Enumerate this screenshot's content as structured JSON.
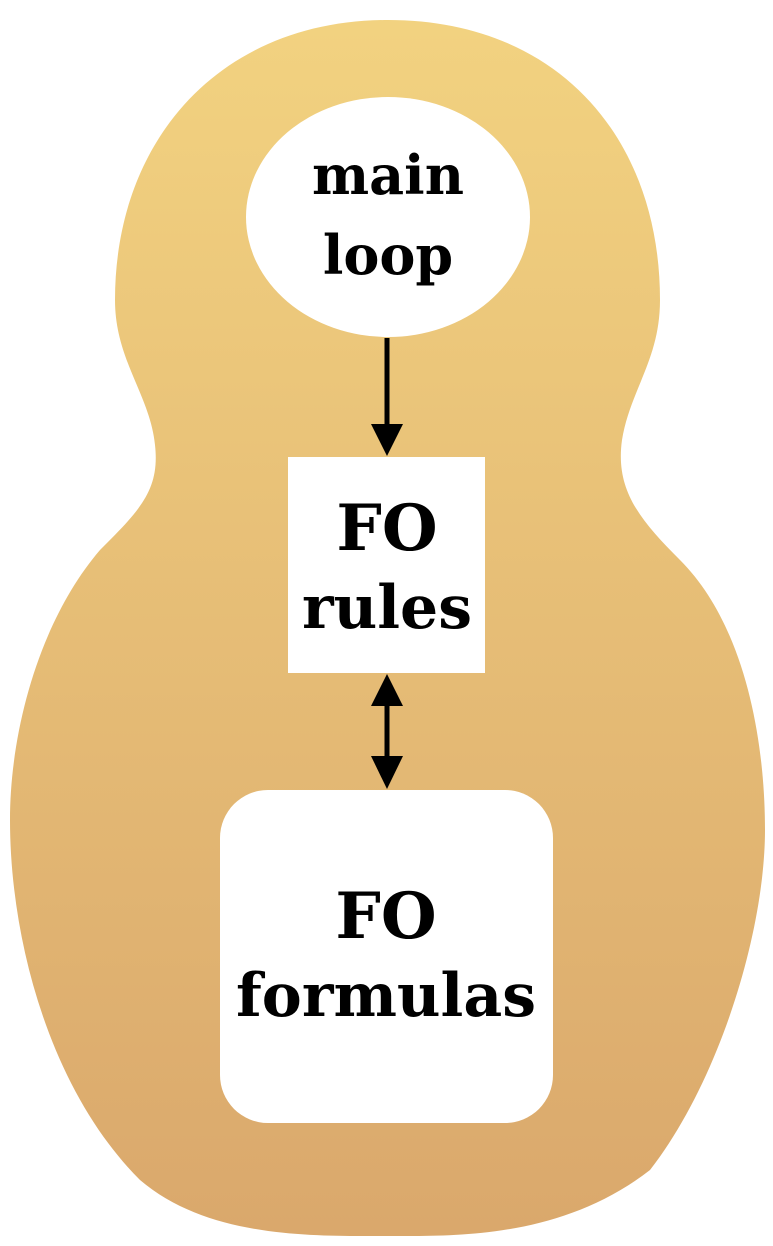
{
  "diagram": {
    "colors": {
      "body_top": "#F2D280",
      "body_bottom": "#DAA86C",
      "node_fill": "#FFFFFF",
      "arrow": "#000000"
    },
    "nodes": {
      "main_loop": {
        "shape": "ellipse",
        "lines": [
          "main",
          "loop"
        ]
      },
      "fo_rules": {
        "shape": "square",
        "lines": [
          "FO",
          "rules"
        ]
      },
      "fo_formulas": {
        "shape": "rounded-rectangle",
        "lines": [
          "FO",
          "formulas"
        ]
      }
    },
    "edges": [
      {
        "from": "main_loop",
        "to": "fo_rules",
        "direction": "forward"
      },
      {
        "from": "fo_rules",
        "to": "fo_formulas",
        "direction": "both"
      }
    ]
  }
}
